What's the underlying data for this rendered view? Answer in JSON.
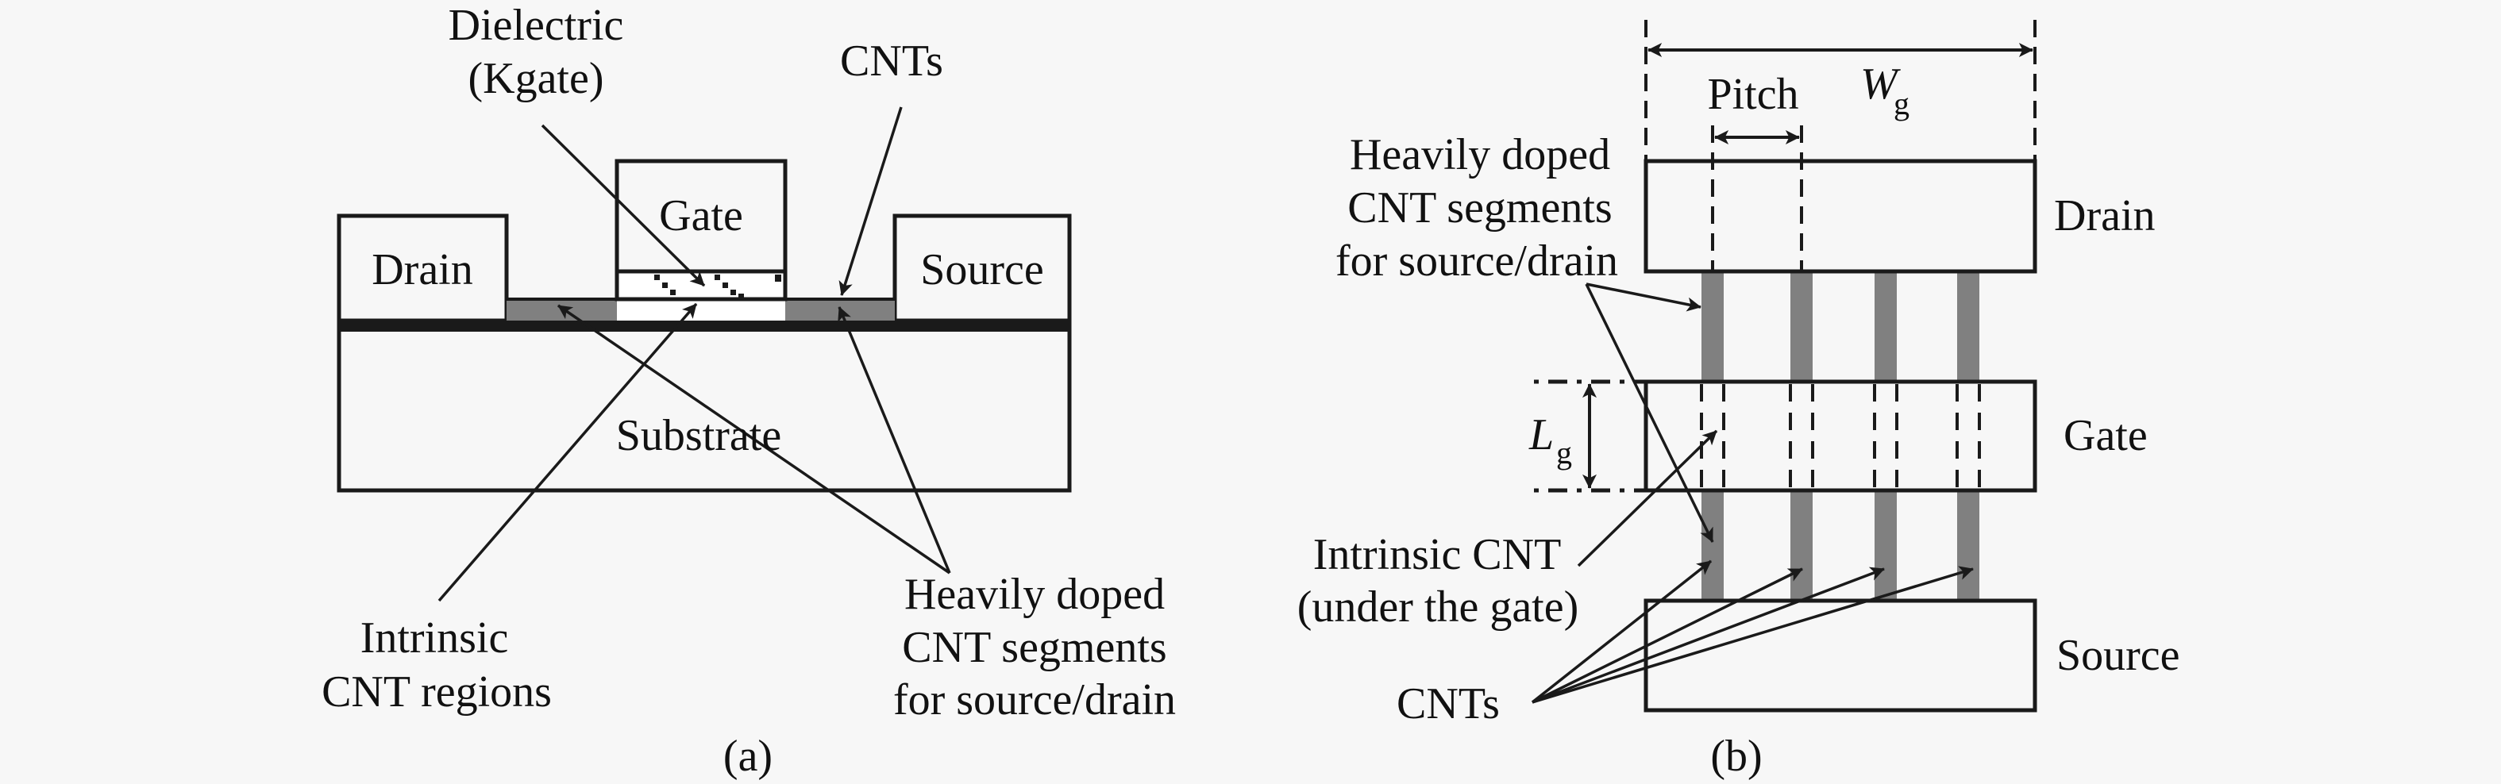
{
  "colors": {
    "background": "#f7f7f7",
    "cnt_doped": "#808080",
    "intrinsic": "#ffffff",
    "outline": "#1a1a1a"
  },
  "panel_a": {
    "caption": "(a)",
    "dielectric_label": {
      "line1": "Dielectric",
      "line2": "(Kgate)"
    },
    "cnts_label": "CNTs",
    "gate_label": "Gate",
    "drain_label": "Drain",
    "source_label": "Source",
    "substrate_label": "Substrate",
    "intrinsic_label": {
      "line1": "Intrinsic",
      "line2": "CNT regions"
    },
    "doped_label": {
      "line1": "Heavily doped",
      "line2": "CNT segments",
      "line3": "for source/drain"
    }
  },
  "panel_b": {
    "caption": "(b)",
    "width_label": {
      "symbol": "W",
      "subscript": "g"
    },
    "pitch_label": "Pitch",
    "length_label": {
      "symbol": "L",
      "subscript": "g"
    },
    "drain_label": "Drain",
    "gate_label": "Gate",
    "source_label": "Source",
    "doped_label": {
      "line1": "Heavily doped",
      "line2": "CNT segments",
      "line3": "for source/drain"
    },
    "intrinsic_label": {
      "line1": "Intrinsic CNT",
      "line2": "(under the gate)"
    },
    "cnts_label": "CNTs"
  }
}
